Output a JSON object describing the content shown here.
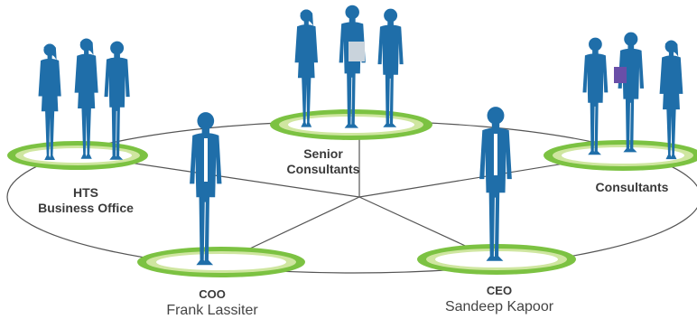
{
  "colors": {
    "figure": "#1f6ea9",
    "ring_outer": "#7cc242",
    "ring_inner": "#d6e9a8",
    "ring_core": "#ffffff",
    "network_line": "#555555"
  },
  "icons": {
    "figure": "business-person-silhouette-icon",
    "platform": "green-ring-platform-icon"
  },
  "nodes": {
    "senior": {
      "line1": "Senior",
      "line2": "Consultants"
    },
    "hts": {
      "line1": "HTS",
      "line2": "Business Office"
    },
    "consultants": {
      "line1": "Consultants"
    },
    "coo": {
      "role": "COO",
      "name": "Frank Lassiter"
    },
    "ceo": {
      "role": "CEO",
      "name": "Sandeep Kapoor"
    }
  }
}
